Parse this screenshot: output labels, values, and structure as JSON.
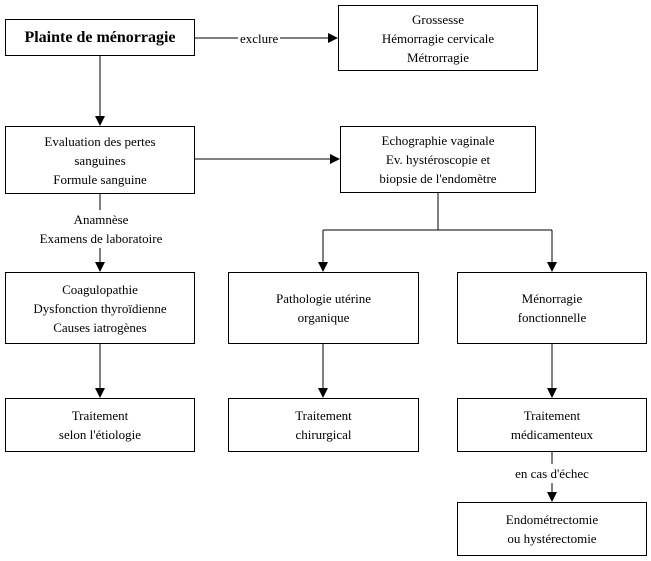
{
  "boxes": {
    "complaint": [
      "Plainte de ménorragie"
    ],
    "excluded": [
      "Grossesse",
      "Hémorragie cervicale",
      "Métrorragie"
    ],
    "evaluation": [
      "Evaluation des pertes",
      "sanguines",
      "Formule sanguine"
    ],
    "imaging": [
      "Echographie vaginale",
      "Ev. hystéroscopie et",
      "biopsie de l'endomètre"
    ],
    "systemic": [
      "Coagulopathie",
      "Dysfonction thyroïdienne",
      "Causes iatrogènes"
    ],
    "organic": [
      "Pathologie utérine",
      "organique"
    ],
    "functional": [
      "Ménorragie",
      "fonctionnelle"
    ],
    "treat_etiology": [
      "Traitement",
      "selon l'étiologie"
    ],
    "treat_surgical": [
      "Traitement",
      "chirurgical"
    ],
    "treat_medical": [
      "Traitement",
      "médicamenteux"
    ],
    "surgery": [
      "Endométrectomie",
      "ou hystérectomie"
    ]
  },
  "edge_labels": {
    "exclude": "exclure",
    "history": [
      "Anamnèse",
      "Examens de laboratoire"
    ],
    "on_failure": "en cas d'échec"
  }
}
